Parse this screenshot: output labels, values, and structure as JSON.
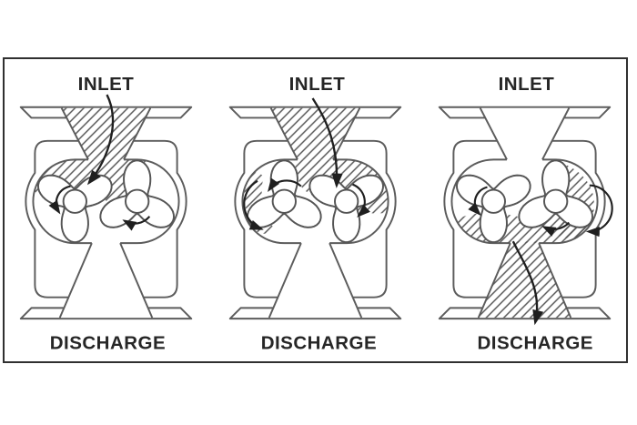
{
  "diagram": {
    "subject": "rotary-lobe-pump-operation-sequence",
    "background": "#ffffff",
    "border_color": "#303030",
    "line_color": "#5c5c5c",
    "rotor_line_color": "#555555",
    "hatch_color": "#555555",
    "arrow_color": "#1f1f1f",
    "text_color": "#262626"
  },
  "panels": [
    {
      "inlet_label": "INLET",
      "discharge_label": "DISCHARGE",
      "left_rotor_rotation": "counterclockwise",
      "right_rotor_rotation": "clockwise",
      "fluid_zones": [
        "inlet-funnel",
        "upper-chamber"
      ]
    },
    {
      "inlet_label": "INLET",
      "discharge_label": "DISCHARGE",
      "left_rotor_rotation": "counterclockwise",
      "right_rotor_rotation": "clockwise",
      "fluid_zones": [
        "inlet-funnel",
        "upper-chamber-right",
        "left-casing-pocket"
      ]
    },
    {
      "inlet_label": "INLET",
      "discharge_label": "DISCHARGE",
      "left_rotor_rotation": "counterclockwise",
      "right_rotor_rotation": "clockwise",
      "fluid_zones": [
        "right-casing-pocket",
        "lower-chamber",
        "discharge-funnel"
      ]
    }
  ]
}
